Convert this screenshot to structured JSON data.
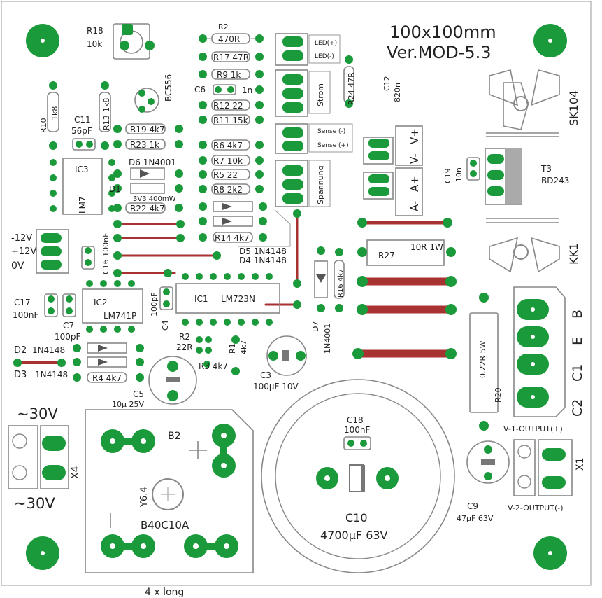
{
  "title": "100x100mm",
  "version": "Ver.MOD-5.3",
  "note_bottom": "4 x long",
  "labels": {
    "r18": "R18",
    "r18v": "10k",
    "r2": "R2",
    "r2v": "470R",
    "r17v": "R17 47R",
    "r9v": "R9 1k",
    "c6": "C6",
    "c6v": "1n",
    "r12v": "R12 22",
    "r11v": "R11 15k",
    "r6v": "R6 4k7",
    "r7v": "R7 10k",
    "r5v": "R5 22",
    "r8v": "R8 2k2",
    "r10": "R10",
    "r10v": "1k8",
    "r13": "R13",
    "r13v": "1k8",
    "c11": "C11",
    "c11v": "56pF",
    "r19": "R19 4k7",
    "r23": "R23 1k",
    "bc": "BC556",
    "d6": "D6 1N4001",
    "d1": "D1",
    "d1v": "3V3 400mW",
    "r22": "R22 4k7",
    "ic3": "IC3",
    "lm7": "LM7",
    "v12a": "-12V",
    "v12b": "+12V",
    "v0": "0V",
    "c16": "C16 100nF",
    "c17": "C17",
    "c17v": "100nF",
    "ic2": "IC2",
    "lm741": "LM741P",
    "c7": "C7",
    "c7v": "100pF",
    "c4": "C4",
    "c4v": "100pF",
    "ic1": "IC1",
    "lm723": "LM723N",
    "d5": "D5 1N4148",
    "d4": "D4 1N4148",
    "r14": "R14 4k7",
    "d2": "D2",
    "d2v": "1N4148",
    "d3": "D3",
    "d3v": "1N4148",
    "r4": "R4 4k7",
    "r2b": "R2",
    "r2bv": "22R",
    "r3": "R3 4k7",
    "r1": "R1",
    "r1v": "4k7",
    "c3": "C3",
    "c3v": "100µF 10V",
    "c5": "C5",
    "c5v": "10µ 25V",
    "d7": "D7",
    "d7v": "1N4001",
    "r16": "R16 4k7",
    "r27": "R27",
    "r27v": "10R 1W",
    "r24": "R24 47R",
    "c12": "C12",
    "c12v": "820n",
    "led_p": "LED(+)",
    "led_m": "LED(-)",
    "strom": "Strom",
    "sense_m": "Sense (-)",
    "sense_p": "Sense (+)",
    "spannung": "Spannung",
    "vminus": "V-",
    "vplus": "V+",
    "aminus": "A-",
    "aplus": "A+",
    "c19": "C19",
    "c19v": "10n",
    "t3": "T3",
    "t3v": "BD243",
    "sk": "SK104",
    "kk": "KK1",
    "pin_b": "B",
    "pin_e": "E",
    "pin_c1": "C1",
    "pin_c2": "C2",
    "r20": "R20",
    "r20v": "0.22R 5W",
    "v1out": "V-1-OUTPUT(+)",
    "v2out": "V-2-OUTPUT(-)",
    "x1": "X1",
    "x4": "X4",
    "ac30a": "~30V",
    "ac30b": "~30V",
    "b2": "B2",
    "b2v": "B40C10A",
    "y64": "Y6.4",
    "c18": "C18",
    "c18v": "100nF",
    "c10": "C10",
    "c10v": "4700µF 63V",
    "c9": "C9",
    "c9v": "47µF 63V"
  }
}
